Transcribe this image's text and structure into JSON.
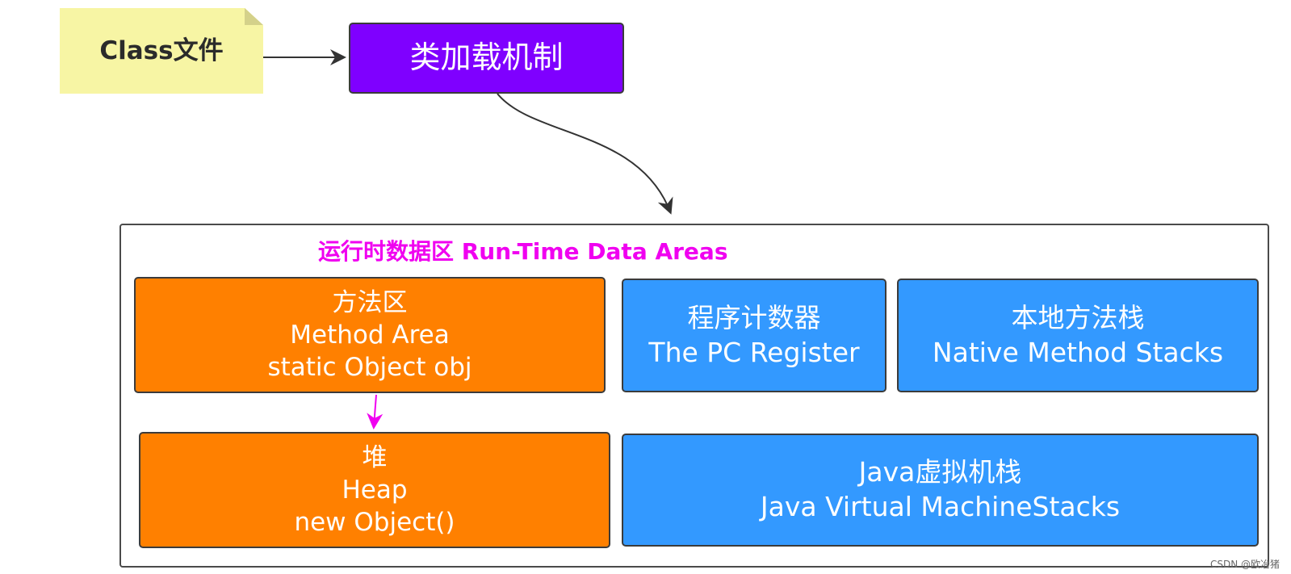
{
  "diagram": {
    "class_file": "Class文件",
    "class_loader": "类加载机制",
    "runtime_area_title": "运行时数据区 Run-Time Data Areas",
    "method_area": {
      "line1": "方法区",
      "line2": "Method Area",
      "line3": "static Object obj"
    },
    "heap": {
      "line1": "堆",
      "line2": "Heap",
      "line3": "new Object()"
    },
    "pc_register": {
      "line1": "程序计数器",
      "line2": "The PC Register"
    },
    "native_stacks": {
      "line1": "本地方法栈",
      "line2": "Native Method Stacks"
    },
    "jvm_stacks": {
      "line1": "Java虚拟机栈",
      "line2": "Java Virtual MachineStacks"
    },
    "watermark": "CSDN @欧冶猪"
  },
  "colors": {
    "note": "#f7f5a4",
    "class_loader": "#7f00ff",
    "runtime_title": "#f000f0",
    "orange_box": "#ff8000",
    "blue_box": "#3399ff",
    "arrow": "#333333",
    "reference_arrow": "#f000f0"
  }
}
